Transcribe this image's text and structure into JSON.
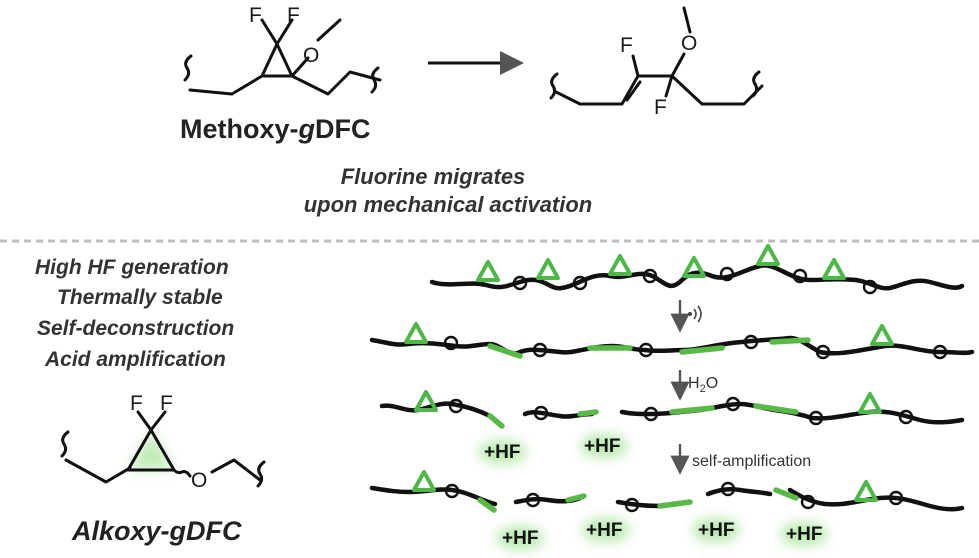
{
  "top": {
    "reactant_label_prefix": "Methoxy-",
    "reactant_label_g": "g",
    "reactant_label_suffix": "DFC",
    "caption_line1": "Fluorine migrates",
    "caption_line2": "upon mechanical activation",
    "atoms": {
      "F": "F",
      "O": "O"
    }
  },
  "features": [
    "High HF generation",
    "Thermally stable",
    "Self-deconstruction",
    "Acid amplification"
  ],
  "bottom": {
    "alkoxy_label_prefix": "Alkoxy-",
    "alkoxy_label_g": "g",
    "alkoxy_label_suffix": "DFC",
    "step2_prefix": "H",
    "step2_sub": "2",
    "step2_suffix": "O",
    "step3": "self-amplification",
    "hf": "+HF",
    "o": "O"
  },
  "colors": {
    "accent_green": "#4db847",
    "glow_green": "#9ee08f",
    "text": "#222222",
    "divider": "#bdbdbd"
  }
}
